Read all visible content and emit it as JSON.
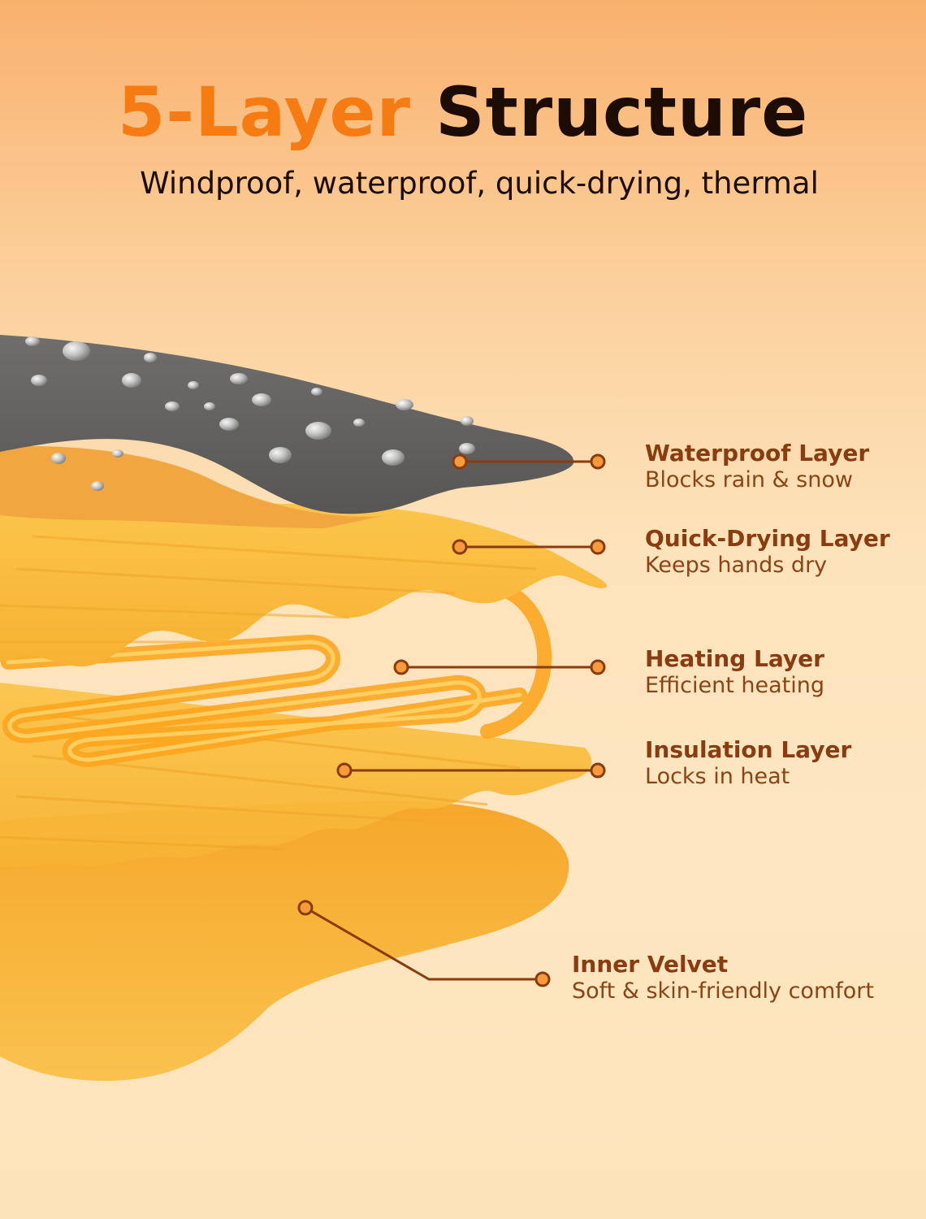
{
  "header": {
    "title_accent": "5-Layer",
    "title_main": "Structure",
    "subtitle": "Windproof, waterproof, quick-drying, thermal"
  },
  "layers": [
    {
      "name": "Waterproof Layer",
      "desc": "Blocks rain & snow"
    },
    {
      "name": "Quick-Drying Layer",
      "desc": "Keeps hands dry"
    },
    {
      "name": "Heating Layer",
      "desc": "Efficient heating"
    },
    {
      "name": "Insulation Layer",
      "desc": "Locks in heat"
    },
    {
      "name": "Inner Velvet",
      "desc": "Soft & skin-friendly comfort"
    }
  ],
  "colors": {
    "accent": "#f57b12",
    "dark": "#1c0c04",
    "label": "#8a3c10",
    "fabric_gray": "#636262",
    "wave_yellow": "#fbbd3c",
    "heating_orange": "#fca51f",
    "velvet_orange": "#f8b131"
  }
}
